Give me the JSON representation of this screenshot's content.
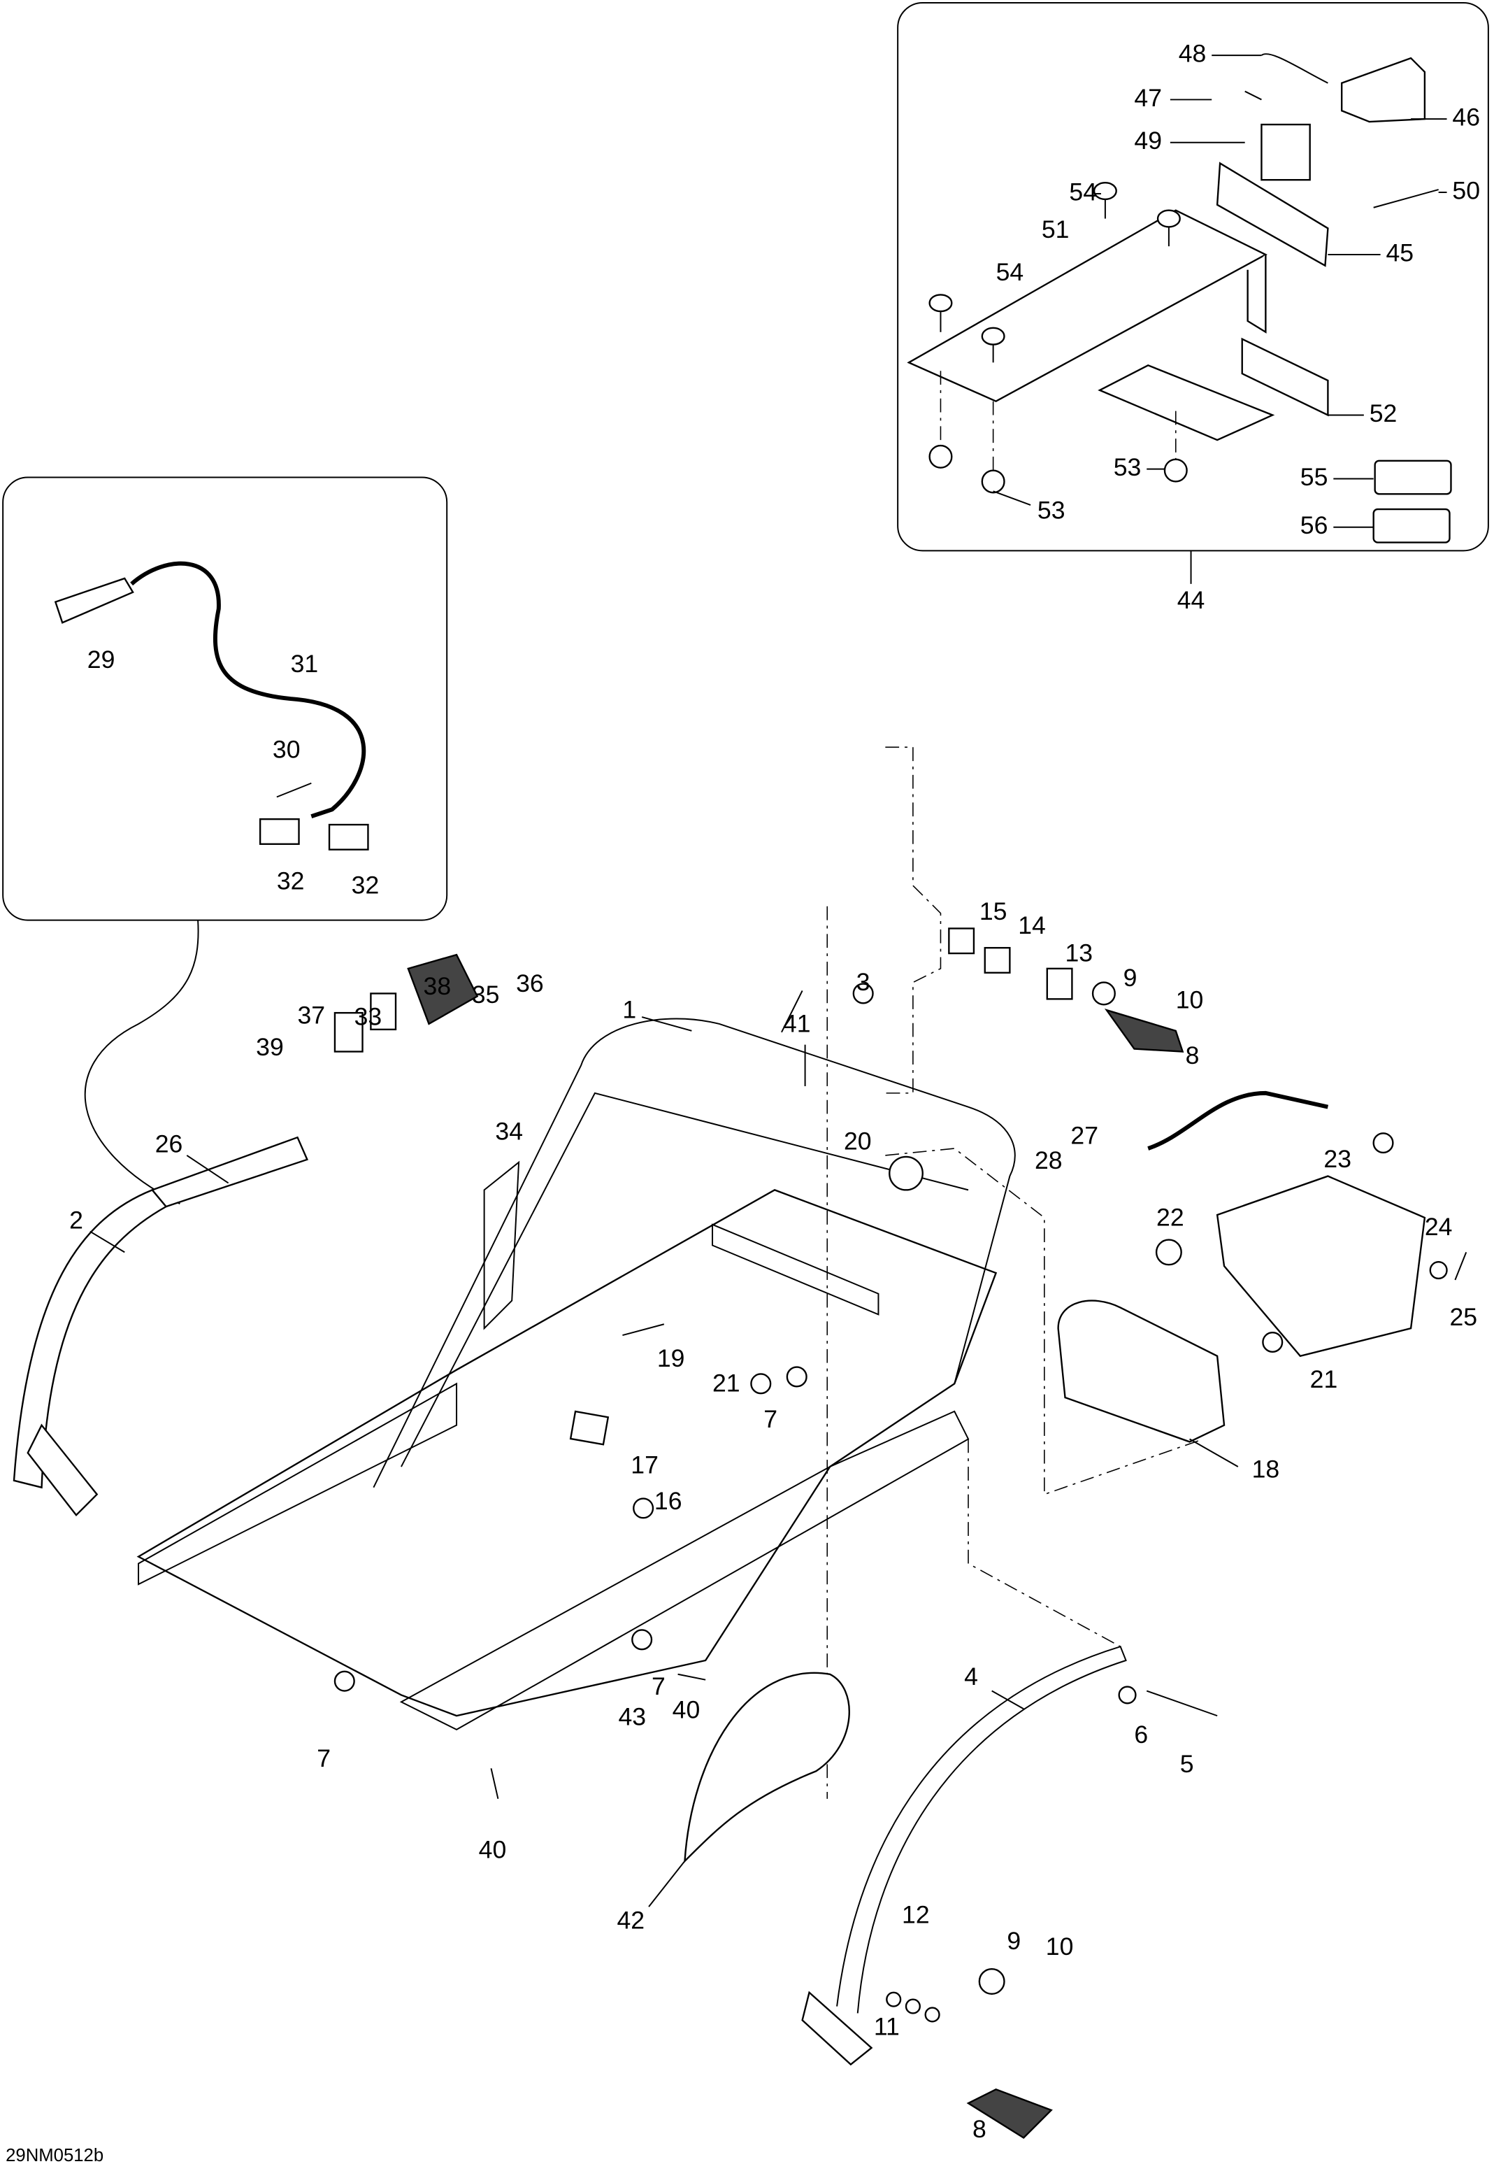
{
  "diagram": {
    "drawing_code": "29NM0512b",
    "callouts": {
      "inset_top": [
        "48",
        "47",
        "49",
        "46",
        "50",
        "54",
        "51",
        "54",
        "45",
        "52",
        "53",
        "53",
        "55",
        "56",
        "44"
      ],
      "inset_left": [
        "29",
        "31",
        "30",
        "32",
        "32"
      ],
      "main": [
        "15",
        "14",
        "13",
        "9",
        "10",
        "8",
        "3",
        "41",
        "38",
        "35",
        "36",
        "33",
        "37",
        "39",
        "34",
        "1",
        "26",
        "2",
        "20",
        "27",
        "28",
        "23",
        "22",
        "24",
        "25",
        "19",
        "21",
        "7",
        "21",
        "18",
        "17",
        "16",
        "7",
        "40",
        "7",
        "43",
        "40",
        "4",
        "6",
        "5",
        "42",
        "12",
        "9",
        "10",
        "11",
        "8"
      ]
    }
  }
}
